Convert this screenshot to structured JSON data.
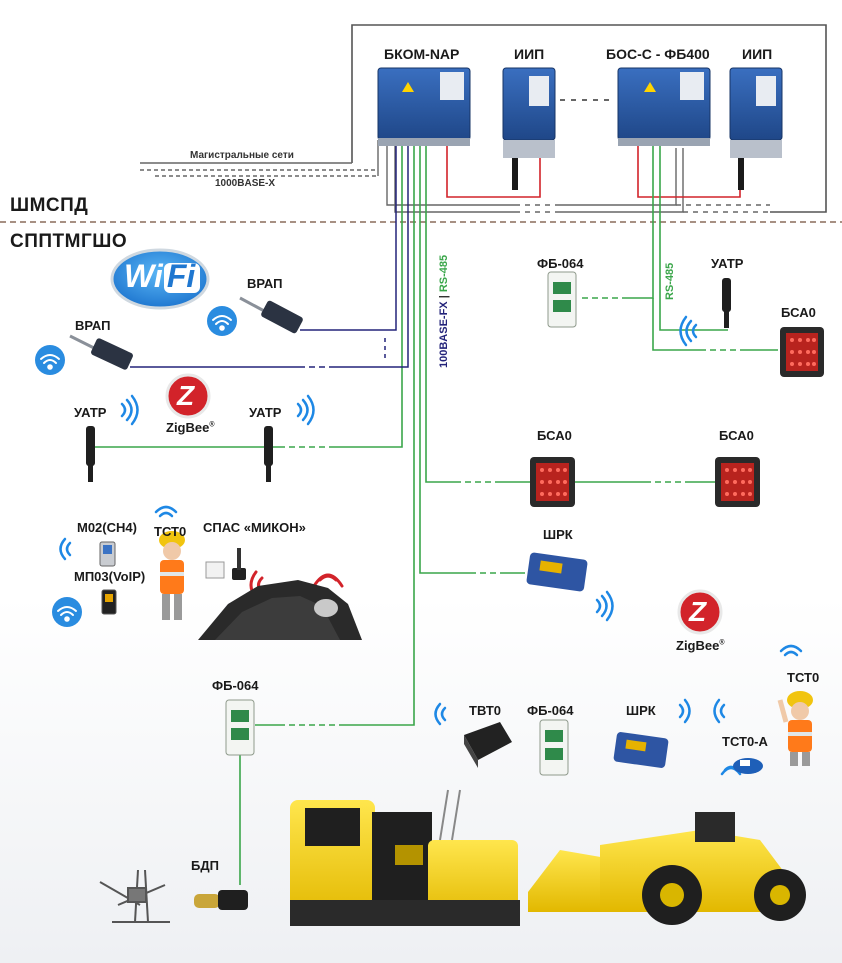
{
  "zones": {
    "upper": "ШМСПД",
    "lower": "СППТМГШО"
  },
  "backbone": {
    "title": "Магистральные сети",
    "standard": "1000BASE-X"
  },
  "top_devices": {
    "bkom": "БКОМ-NAP",
    "iip1": "ИИП",
    "bos": "БОС-С - ФБ400",
    "iip2": "ИИП"
  },
  "vertical_labels": {
    "main_line_prefix": "100BASE-FX",
    "main_line_sep": " | ",
    "main_line_suffix": "RS-485",
    "branch_line": "RS-485"
  },
  "logos": {
    "wifi_text": "Wi",
    "wifi_text2": "Fi",
    "zigbee1": "ZigBee",
    "zigbee2": "ZigBee",
    "zigbee_mark1": "Z",
    "zigbee_mark2": "Z",
    "reg": "®"
  },
  "labels": {
    "vrap_right": "ВРАП",
    "vrap_left": "ВРАП",
    "uatr_left": "УАТР",
    "uatr_mid": "УАТР",
    "uatr_top": "УАТР",
    "fb064_top": "ФБ-064",
    "bsa0_top": "БСА0",
    "bsa0_mid1": "БСА0",
    "bsa0_mid2": "БСА0",
    "shrk1": "ШРК",
    "m02": "М02(СН4)",
    "mp03": "МП03(VoIP)",
    "tst0_left": "ТСТ0",
    "spas": "СПАС «МИКОН»",
    "fb064_left": "ФБ-064",
    "tvt0": "ТВТ0",
    "fb064_bottom": "ФБ-064",
    "shrk2": "ШРК",
    "tst0_right": "ТСТ0",
    "tst0a": "ТСТ0-А",
    "bdp": "БДП"
  },
  "colors": {
    "device_blue": "#2e5aa8",
    "line_green": "#3aa64a",
    "line_navy": "#23237a",
    "line_red": "#d2232a",
    "wifi_blue": "#1e88e5",
    "zigbee_red": "#d2232a",
    "vehicle_yellow": "#f4d40f"
  }
}
